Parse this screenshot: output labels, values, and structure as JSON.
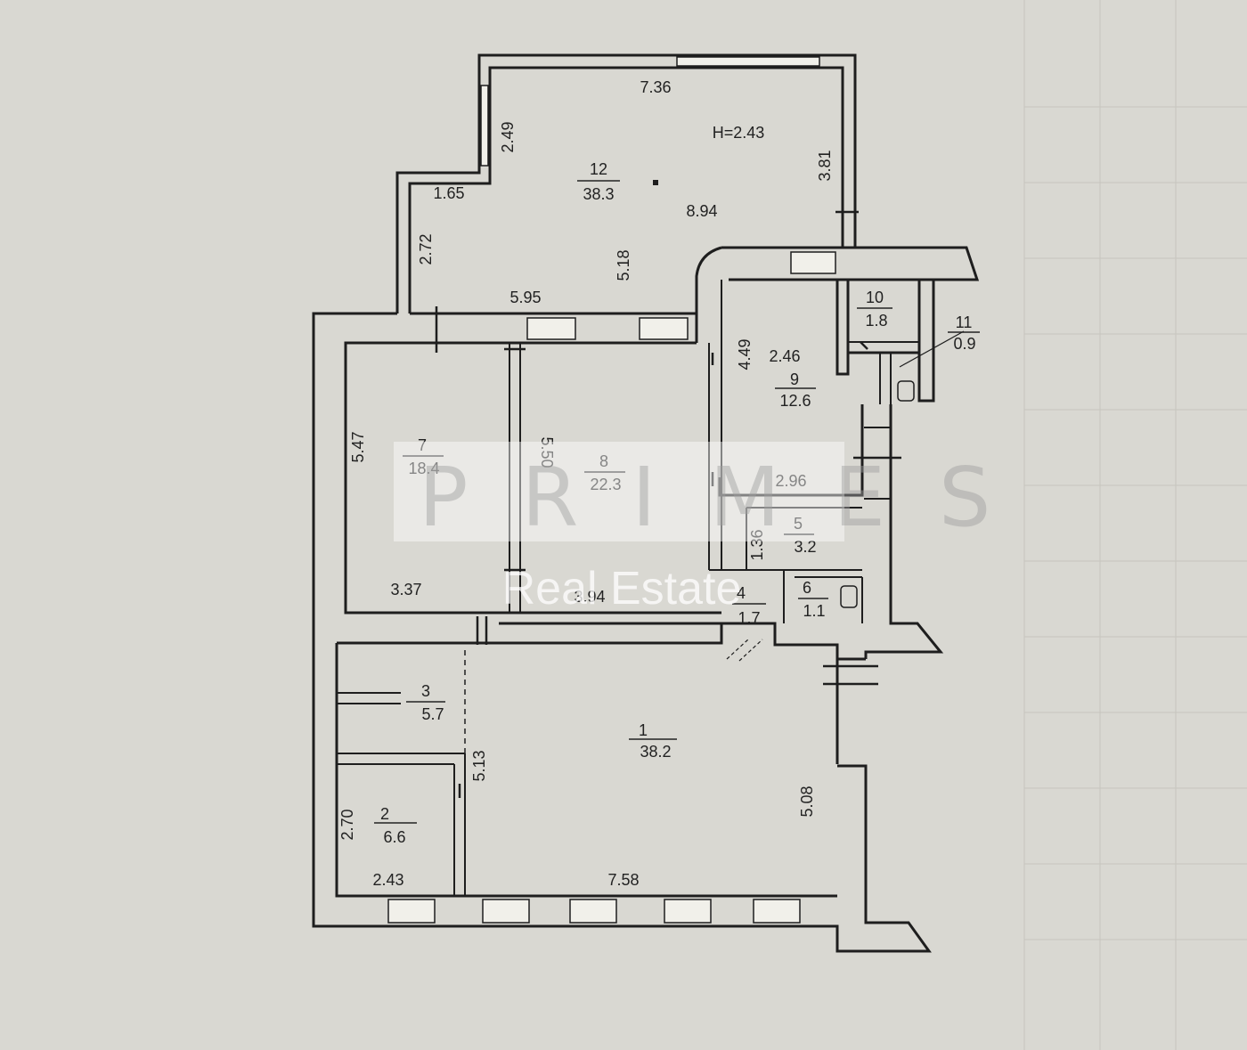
{
  "ceiling_height": "H=2.43",
  "rooms": [
    {
      "id": "room-12",
      "number": "12",
      "area": "38.3"
    },
    {
      "id": "room-10",
      "number": "10",
      "area": "1.8"
    },
    {
      "id": "room-11",
      "number": "11",
      "area": "0.9"
    },
    {
      "id": "room-9",
      "number": "9",
      "area": "12.6"
    },
    {
      "id": "room-7",
      "number": "7",
      "area": "18.4"
    },
    {
      "id": "room-8",
      "number": "8",
      "area": "22.3"
    },
    {
      "id": "room-5",
      "number": "5",
      "area": "3.2"
    },
    {
      "id": "room-4",
      "number": "4",
      "area": "1.7"
    },
    {
      "id": "room-6",
      "number": "6",
      "area": "1.1"
    },
    {
      "id": "room-3",
      "number": "3",
      "area": "5.7"
    },
    {
      "id": "room-1",
      "number": "1",
      "area": "38.2"
    },
    {
      "id": "room-2",
      "number": "2",
      "area": "6.6"
    }
  ],
  "dimensions": {
    "top_width": "7.36",
    "left_upper": "2.49",
    "right_upper": "3.81",
    "step_width": "1.65",
    "depth_12": "8.94",
    "left_lower": "2.72",
    "inner_12": "5.18",
    "bottom_12": "5.95",
    "room9_height": "4.49",
    "room9_width": "2.46",
    "room7_height": "5.47",
    "room8_height": "5.50",
    "room5_width": "2.96",
    "room5_height": "1.36",
    "room7_width": "3.37",
    "room8_width": "3.94",
    "room3_height": "5.13",
    "room1_height": "5.08",
    "room2_height": "2.70",
    "room2_width": "2.43",
    "room1_width": "7.58"
  },
  "watermark": {
    "brand": "PRIMES",
    "subtitle": "Real Estate"
  }
}
